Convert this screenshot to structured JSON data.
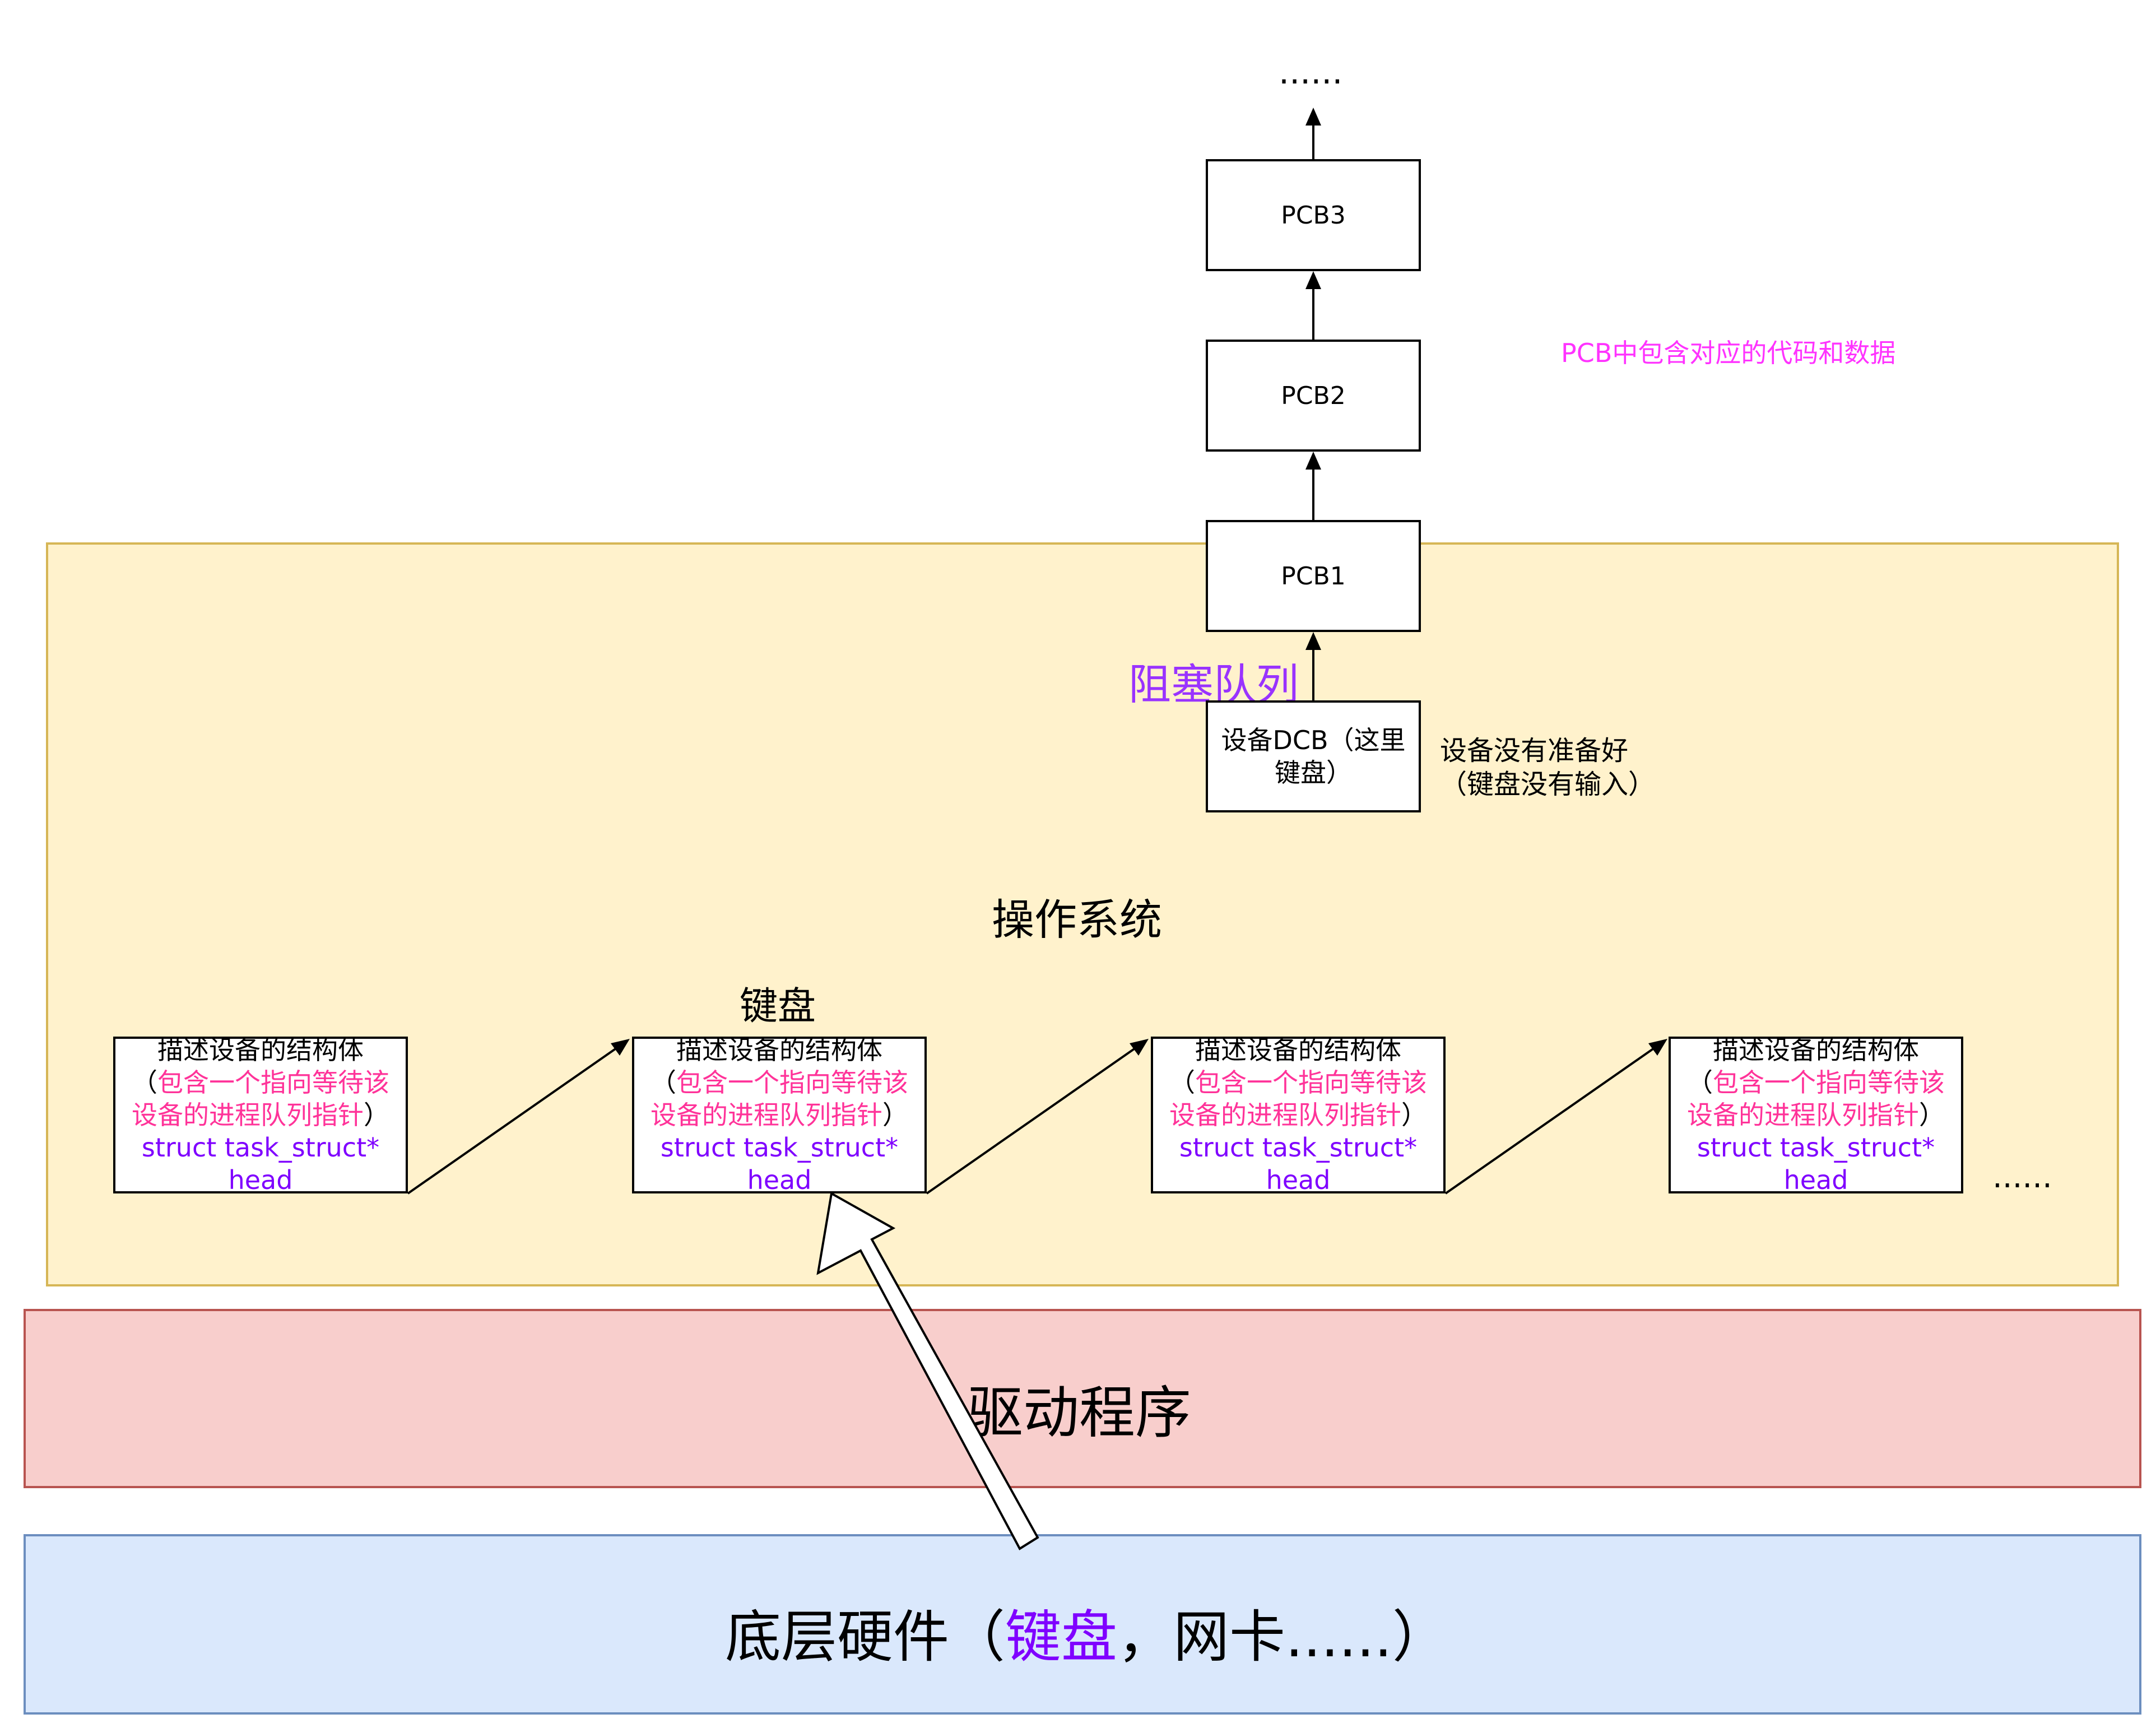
{
  "layers": {
    "os_label": "操作系统",
    "driver_label": "驱动程序",
    "hardware": {
      "prefix": "底层硬件（",
      "highlight": "键盘",
      "suffix": "，网卡......）"
    }
  },
  "pcbs": [
    {
      "label": "PCB1"
    },
    {
      "label": "PCB2"
    },
    {
      "label": "PCB3"
    }
  ],
  "pcb_top_ellipsis": "......",
  "pcb_note": "PCB中包含对应的代码和数据",
  "blocked_queue_label": "阻塞队列",
  "dcb": {
    "line1": "设备DCB（这里",
    "line2": "键盘）"
  },
  "dcb_note": {
    "line1": "设备没有准备好",
    "line2": "（键盘没有输入）"
  },
  "keyboard_label": "键盘",
  "device_struct": {
    "title": "描述设备的结构体",
    "pink_line1_open": "（",
    "pink_line1": "包含一个指向等待该",
    "pink_line2": "设备的进程队列指针",
    "pink_line2_close": "）",
    "field": "struct task_struct* head"
  },
  "device_count": 4,
  "device_ellipsis": "......",
  "colors": {
    "os_fill": "#fff2cc",
    "os_border": "#d6b656",
    "driver_fill": "#f8cecc",
    "driver_border": "#b85450",
    "hw_fill": "#dae8fc",
    "hw_border": "#6c8ebf",
    "pink": "#ff3399",
    "note_pink": "#ff33ff",
    "purple": "#7f00ff",
    "queue_purple": "#9933ff"
  }
}
